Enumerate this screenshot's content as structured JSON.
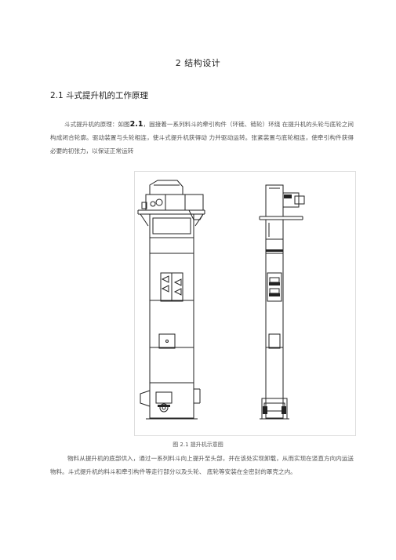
{
  "chapter": {
    "title": "2 结构设计"
  },
  "section": {
    "title": "2.1 斗式提升机的工作原理"
  },
  "para1": {
    "before": "斗式提升机的原理：如图",
    "figref": "2.1",
    "after": "，固接着一系列料斗的牵引构件（环链、链轮）环绕 在提升机的头轮与底轮之间构成闭合轮廓。驱动装置与头轮相连，使斗式提升机获得动 力并驱动运转。张紧装置与底轮相连，使牵引构件获得必要的初张力，以保证正常运转"
  },
  "figure": {
    "caption": "图 2.1 提升机示意图"
  },
  "para2": {
    "text": "物料从提升机的底部供入，通过一系列料斗向上提升至头部，并在该处实现卸载，从而实现在竖直方向内运送物料。斗式提升机的料斗和牵引构件等走行部分以及头轮、 底轮等安装在全密封的罩壳之内。"
  }
}
